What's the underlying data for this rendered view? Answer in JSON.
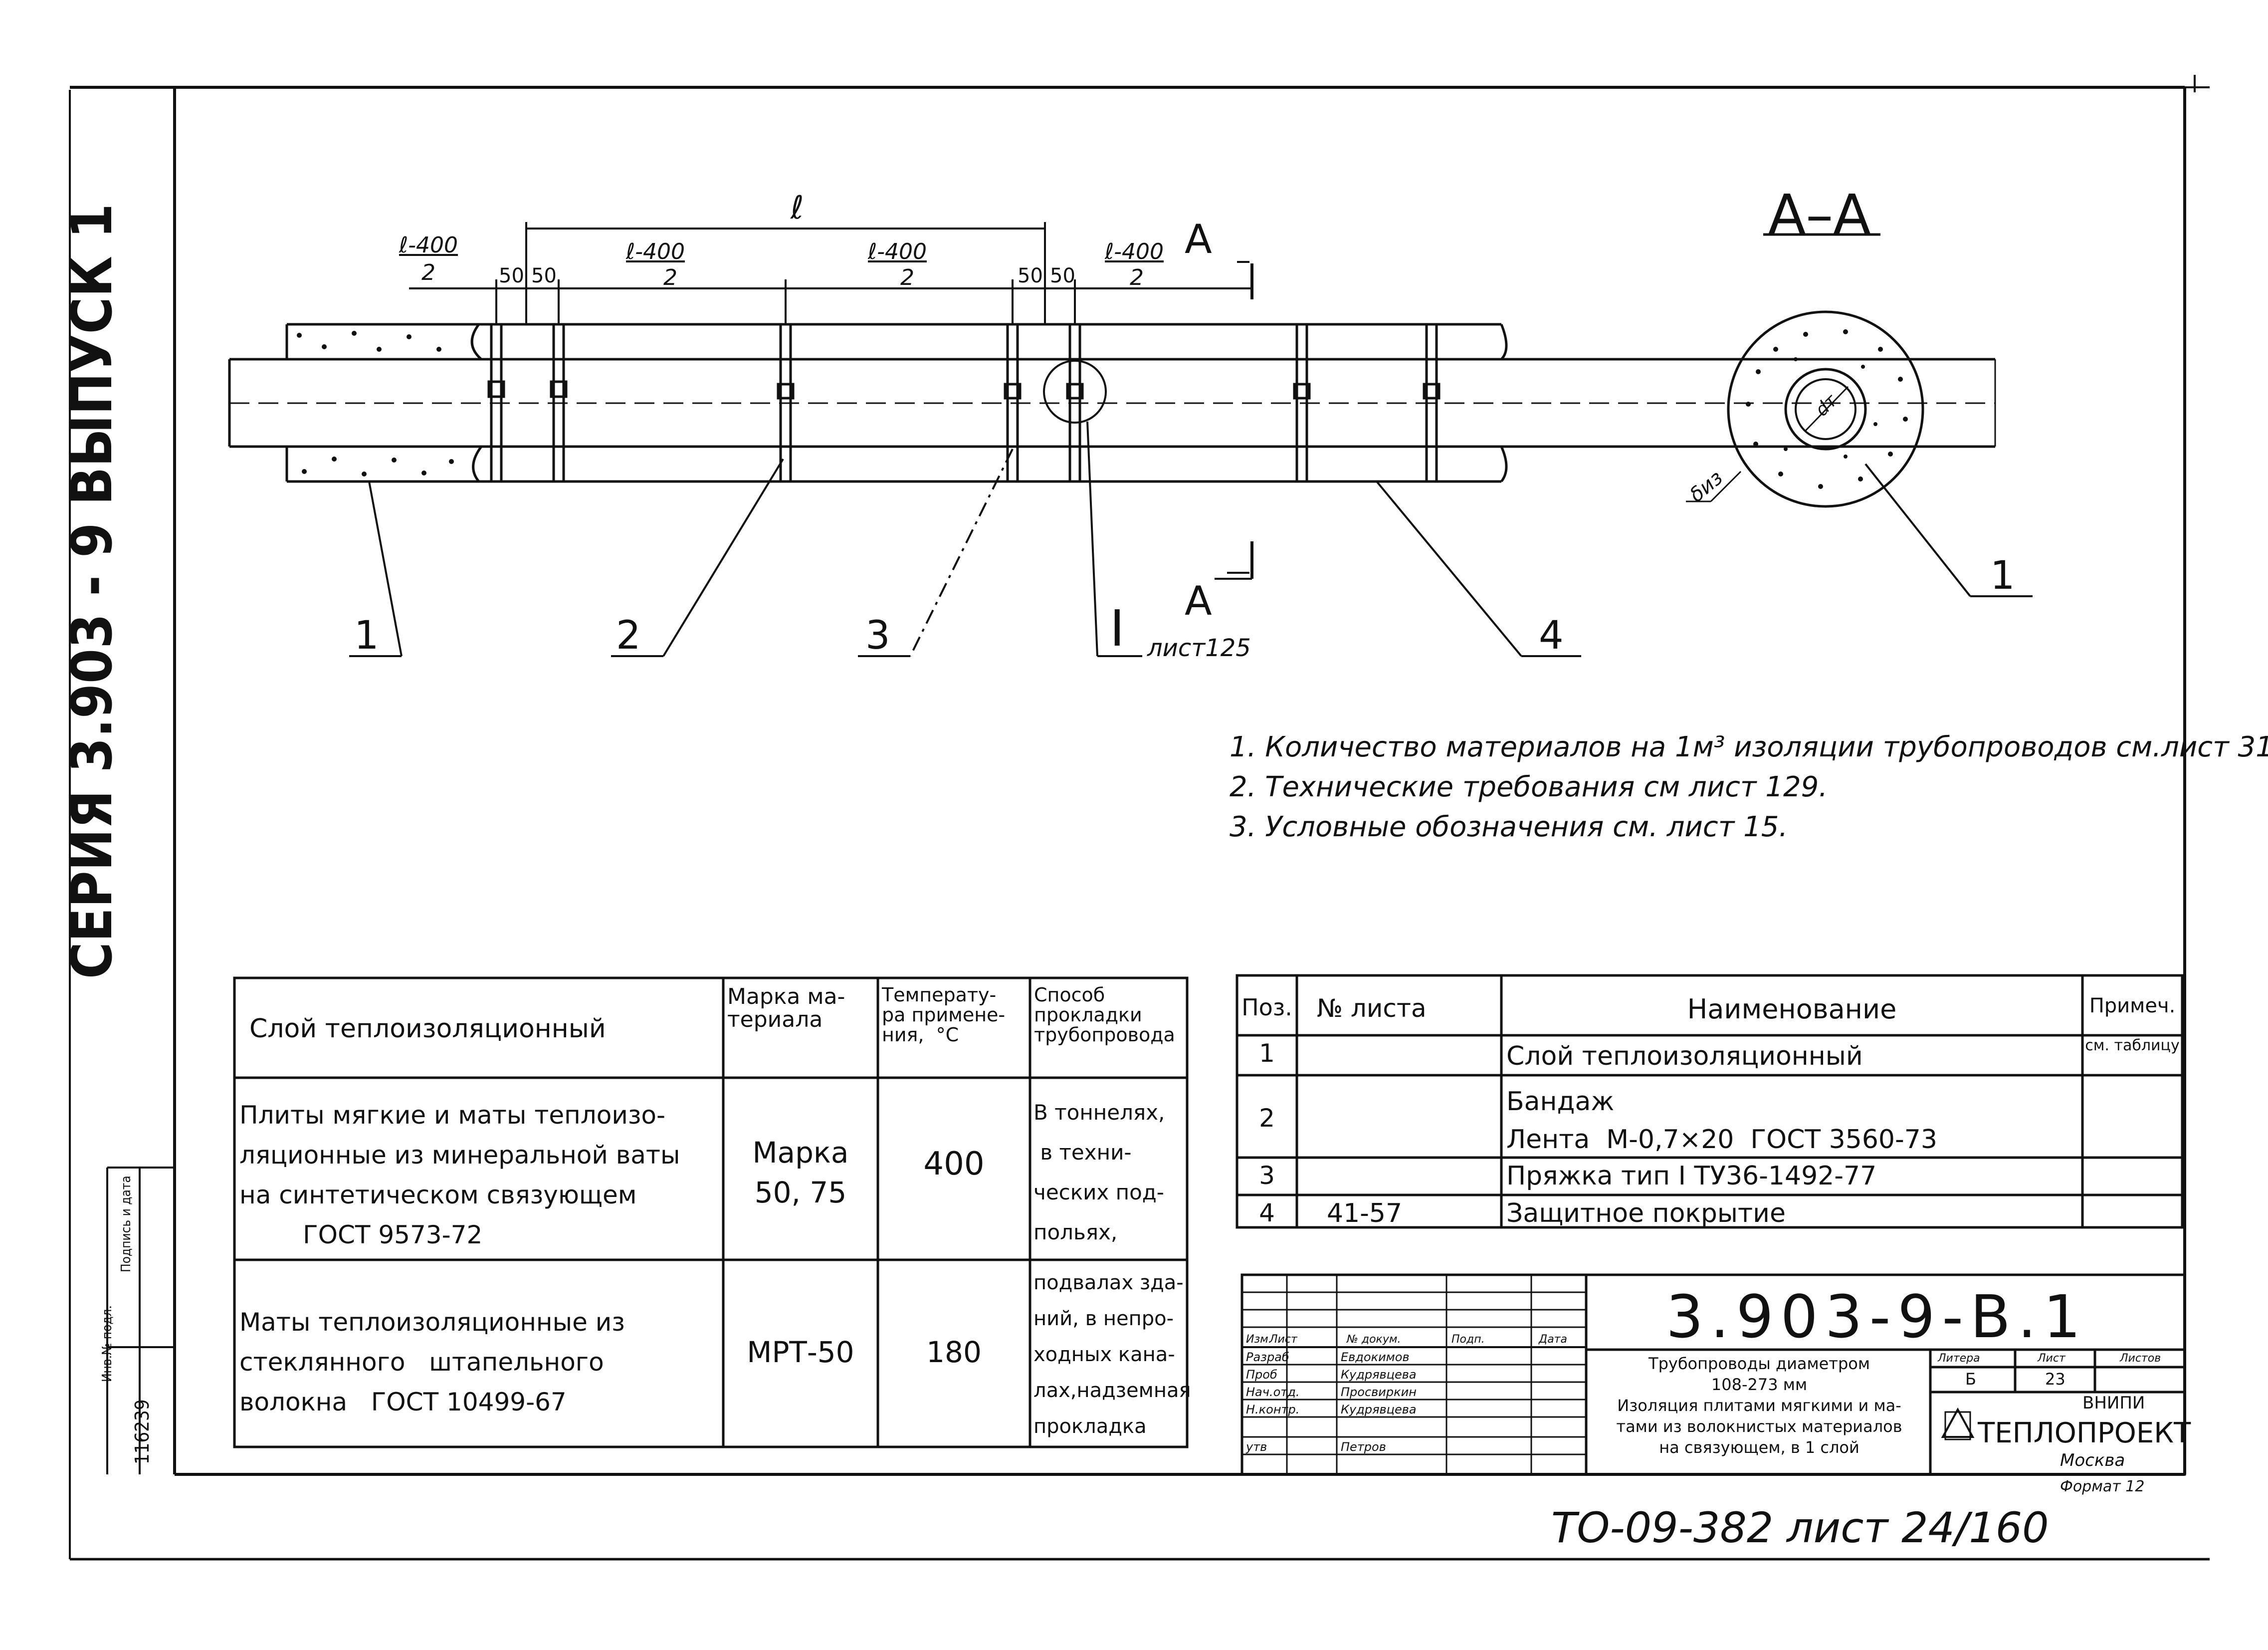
{
  "side_frame": {
    "series_label": "СЕРИЯ   3.903 - 9     ВЫПУСК 1",
    "stamp_a": "Инв.№ подл.",
    "stamp_b": "Подпись и дата",
    "stamp_c": "116239"
  },
  "section_title": "А–А",
  "drawing": {
    "dim_total": "ℓ",
    "dim_frac_num": "ℓ-400",
    "dim_frac_den": "2",
    "dim_50": "50",
    "section_mark": "А",
    "callouts": [
      "1",
      "2",
      "3",
      "4"
    ],
    "detail_callout": "I",
    "detail_ref": "лист125",
    "section_dim_dt": "dт",
    "section_dim_diz": "δиз"
  },
  "notes": [
    "1. Количество материалов на 1м³ изоляции трубопроводов см.лист 31.",
    "2. Технические требования см лист 129.",
    "3. Условные обозначения см. лист 15."
  ],
  "left_table": {
    "headers": [
      "Слой   теплоизоляционный",
      "Марка ма-\nтериала",
      "Температу-\nра примене-\nния,  °С",
      "Способ\nпрокладки\nтрубопровода"
    ],
    "rows": [
      {
        "layer": "Плиты мягкие и маты теплоизо-\nляционные из минеральной ваты\nна синтетическом связующем\n        ГОСТ 9573-72",
        "grade": "Марка\n50, 75",
        "temp": "400",
        "method": "В тоннелях,\n в техни-\nческих под-\nпольях,"
      },
      {
        "layer": "Маты теплоизоляционные из\nстеклянного   штапельного\nволокна   ГОСТ 10499-67",
        "grade": "МРТ-50",
        "temp": "180",
        "method": "подвалах зда-\nний, в непро-\nходных кана-\nлах,надземная\nпрокладка"
      }
    ]
  },
  "spec_table": {
    "headers": [
      "Поз.",
      "№ листа",
      "Наименование",
      "Примеч."
    ],
    "rows": [
      {
        "pos": "1",
        "sheet": "",
        "name": "Слой  теплоизоляционный",
        "note": "см. таблицу"
      },
      {
        "pos": "2",
        "sheet": "",
        "name": "Бандаж\nЛента  М-0,7×20  ГОСТ 3560-73",
        "note": ""
      },
      {
        "pos": "3",
        "sheet": "",
        "name": "Пряжка  тип I ТУ36-1492-77",
        "note": ""
      },
      {
        "pos": "4",
        "sheet": "41-57",
        "name": "Защитное  покрытие",
        "note": ""
      }
    ]
  },
  "title_block": {
    "designation": "3.903-9-В.1",
    "signature_headers": [
      "Изм.",
      "Лист",
      "№ докум.",
      "Подп.",
      "Дата"
    ],
    "signature_rows": [
      {
        "role": "Разраб",
        "name": "Евдокимов"
      },
      {
        "role": "Проб",
        "name": "Кудрявцева"
      },
      {
        "role": "Нач.отд.",
        "name": "Просвиркин"
      },
      {
        "role": "Н.контр.",
        "name": "Кудрявцева"
      },
      {
        "role": "утв",
        "name": "Петров"
      }
    ],
    "title_text": "Трубопроводы диаметром\n108-273 мм\nИзоляция плитами мягкими и ма-\nтами из волокнистых материалов\nна связующем, в 1 слой",
    "stage_header": "Литера",
    "sheet_header": "Лист",
    "sheets_header": "Листов",
    "stage": "Б",
    "sheet": "23",
    "org_a": "ВНИПИ",
    "org_b": "ТЕПЛОПРОЕКТ",
    "city": "Москва",
    "format": "Формат 12"
  },
  "footer": "ТО-09-382  лист 24/160"
}
